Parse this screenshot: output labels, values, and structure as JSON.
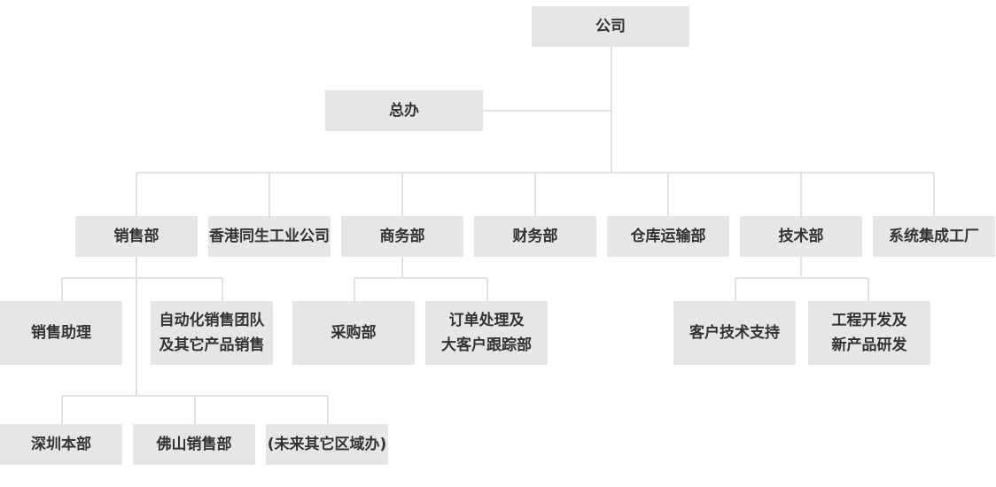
{
  "org": {
    "root": {
      "label": "公司"
    },
    "office": {
      "label": "总办"
    },
    "departments": [
      {
        "id": "sales",
        "label": "销售部"
      },
      {
        "id": "hk",
        "label": "香港同生工业公司"
      },
      {
        "id": "business",
        "label": "商务部"
      },
      {
        "id": "finance",
        "label": "财务部"
      },
      {
        "id": "warehouse",
        "label": "仓库运输部"
      },
      {
        "id": "tech",
        "label": "技术部"
      },
      {
        "id": "factory",
        "label": "系统集成工厂"
      }
    ],
    "sales_children": [
      {
        "id": "sales-assistant",
        "lines": [
          "销售助理"
        ]
      },
      {
        "id": "automation-sales",
        "lines": [
          "自动化销售团队",
          "及其它产品销售"
        ]
      }
    ],
    "sales_regions": [
      {
        "id": "shenzhen-hq",
        "label": "深圳本部"
      },
      {
        "id": "foshan-sales",
        "label": "佛山销售部"
      },
      {
        "id": "future-regions",
        "label": "(未来其它区域办)"
      }
    ],
    "business_children": [
      {
        "id": "purchasing",
        "lines": [
          "采购部"
        ]
      },
      {
        "id": "orders",
        "lines": [
          "订单处理及",
          "大客户跟踪部"
        ]
      }
    ],
    "tech_children": [
      {
        "id": "customer-support",
        "lines": [
          "客户技术支持"
        ]
      },
      {
        "id": "engineering",
        "lines": [
          "工程开发及",
          "新产品研发"
        ]
      }
    ]
  }
}
